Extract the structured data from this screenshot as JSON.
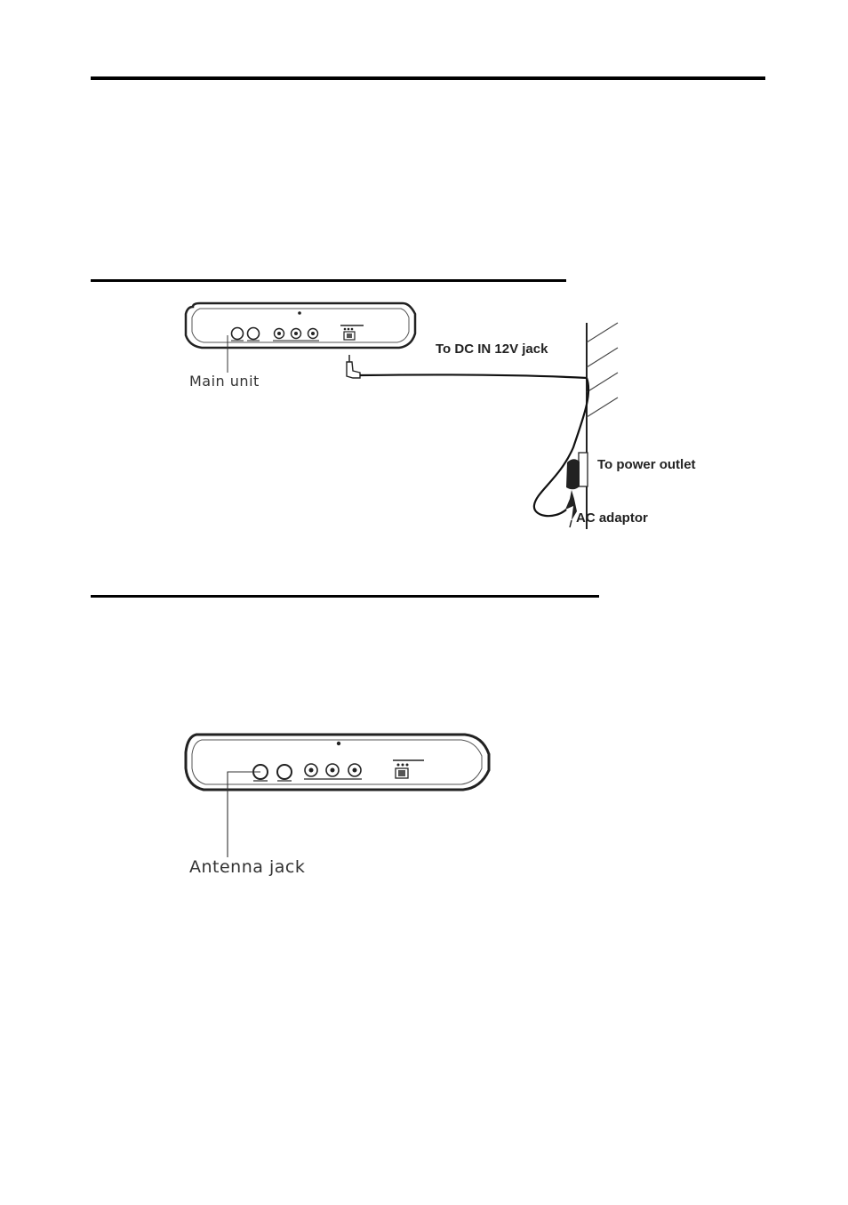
{
  "figures": {
    "power": {
      "main_unit_label": "Main unit",
      "dc_jack_label": "To DC IN 12V  jack",
      "power_outlet_label": "To power outlet",
      "ac_adaptor_label": "AC adaptor"
    },
    "antenna": {
      "antenna_jack_label": "Antenna jack"
    }
  }
}
